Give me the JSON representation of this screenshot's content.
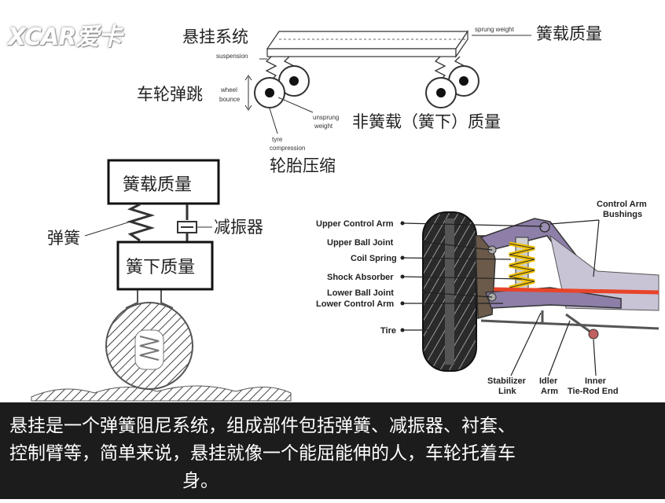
{
  "logo": {
    "text": "XCAR爱卡"
  },
  "top_diagram": {
    "suspension_system": "悬挂系统",
    "suspension_en": "suspension",
    "sprung_weight_en": "sprung weight",
    "sprung_mass": "簧载质量",
    "wheel_bounce_cn": "车轮弹跳",
    "wheel_en": "wheel",
    "bounce_en": "bounce",
    "unsprung_en_1": "unsprung",
    "unsprung_en_2": "weight",
    "unsprung_mass": "非簧载（簧下）质量",
    "tyre_en_1": "tyre",
    "tyre_en_2": "compression",
    "tyre_compression": "轮胎压缩"
  },
  "left_diagram": {
    "sprung_mass": "簧载质量",
    "spring": "弹簧",
    "damper": "减振器",
    "unsprung_mass": "簧下质量"
  },
  "right_diagram": {
    "upper_control_arm": "Upper Control Arm",
    "upper_ball_joint": "Upper Ball Joint",
    "coil_spring": "Coil Spring",
    "shock_absorber": "Shock Absorber",
    "lower_ball_joint": "Lower Ball Joint",
    "lower_control_arm": "Lower Control Arm",
    "tire": "Tire",
    "control_arm_bushings_1": "Control Arm",
    "control_arm_bushings_2": "Bushings",
    "stabilizer_1": "Stabilizer",
    "stabilizer_2": "Link",
    "idler_1": "Idler",
    "idler_2": "Arm",
    "inner_1": "Inner",
    "inner_2": "Tie-Rod End"
  },
  "caption": {
    "line1": "悬挂是一个弹簧阻尼系统，组成部件包括弹簧、减振器、衬套、",
    "line2": "控制臂等，简单来说，悬挂就像一个能屈能伸的人，车轮托着车",
    "line3": "身。"
  },
  "colors": {
    "caption_bg": "#1c1c1c",
    "caption_text": "#ffffff",
    "arm_purple": "#8d7fa8",
    "spring_yellow": "#f0c000",
    "red_line": "#e8442a"
  }
}
